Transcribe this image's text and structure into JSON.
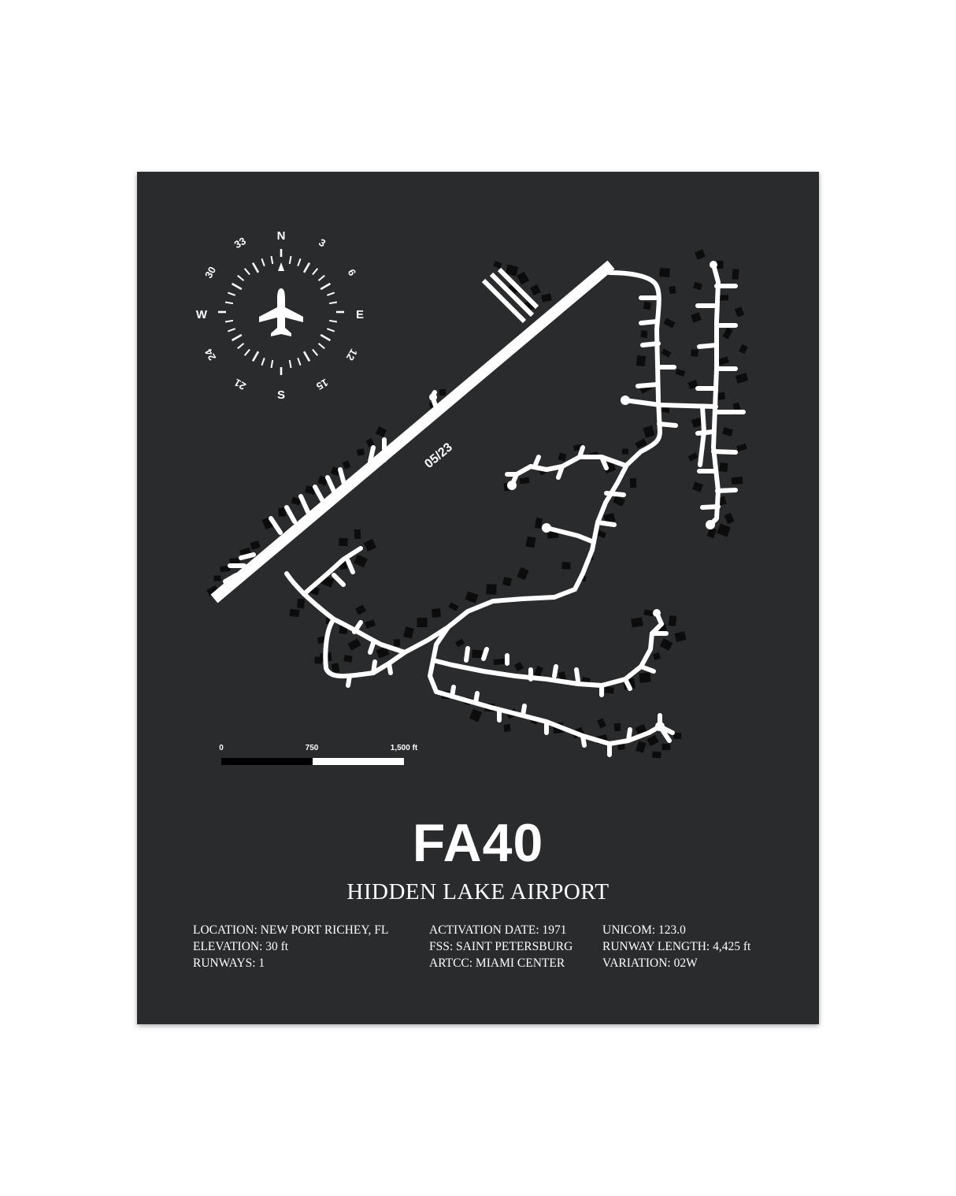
{
  "poster": {
    "airport_code": "FA40",
    "airport_name": "HIDDEN LAKE AIRPORT",
    "background_color": "#2a2b2d",
    "foreground_color": "#ffffff"
  },
  "compass": {
    "cardinals": {
      "north": "N",
      "east": "E",
      "south": "S",
      "west": "W"
    },
    "degree_labels": [
      "3",
      "6",
      "12",
      "15",
      "21",
      "24",
      "30",
      "33"
    ],
    "center_icon": "airplane-icon"
  },
  "map": {
    "runway_label": "05/23"
  },
  "scale_bar": {
    "labels": [
      "0",
      "750",
      "1,500 ft"
    ]
  },
  "info": {
    "col1": [
      "LOCATION: NEW PORT RICHEY, FL",
      "ELEVATION: 30 ft",
      "RUNWAYS: 1"
    ],
    "col2": [
      "ACTIVATION DATE: 1971",
      "FSS: SAINT PETERSBURG",
      "ARTCC: MIAMI CENTER"
    ],
    "col3": [
      "UNICOM: 123.0",
      "RUNWAY LENGTH: 4,425 ft",
      "VARIATION: 02W"
    ]
  }
}
